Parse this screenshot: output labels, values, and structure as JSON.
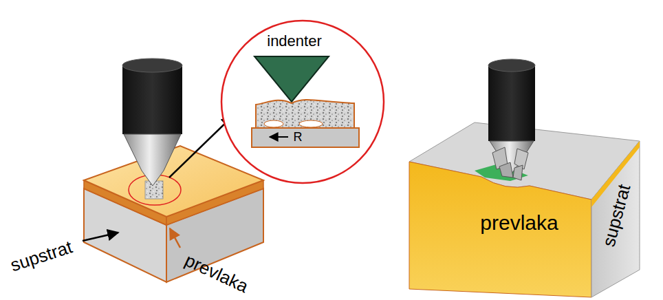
{
  "diagram": {
    "labels": [
      "indenter",
      "R",
      "supstrat",
      "prevlaka",
      "prevlaka",
      "supstrat"
    ]
  }
}
